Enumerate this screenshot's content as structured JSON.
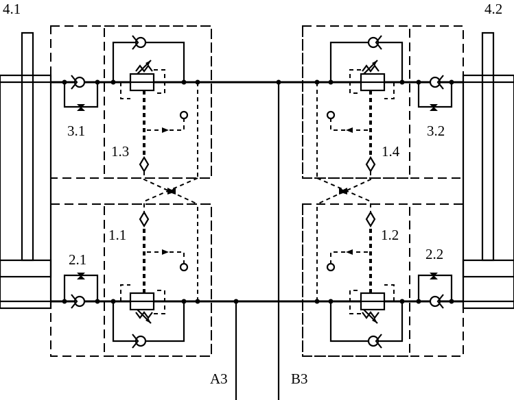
{
  "labels": {
    "cyl_left": "4.1",
    "cyl_right": "4.2",
    "throttle_3_1": "3.1",
    "throttle_3_2": "3.2",
    "throttle_2_1": "2.1",
    "throttle_2_2": "2.2",
    "valve_1_1": "1.1",
    "valve_1_2": "1.2",
    "valve_1_3": "1.3",
    "valve_1_4": "1.4",
    "port_a": "A3",
    "port_b": "B3"
  }
}
